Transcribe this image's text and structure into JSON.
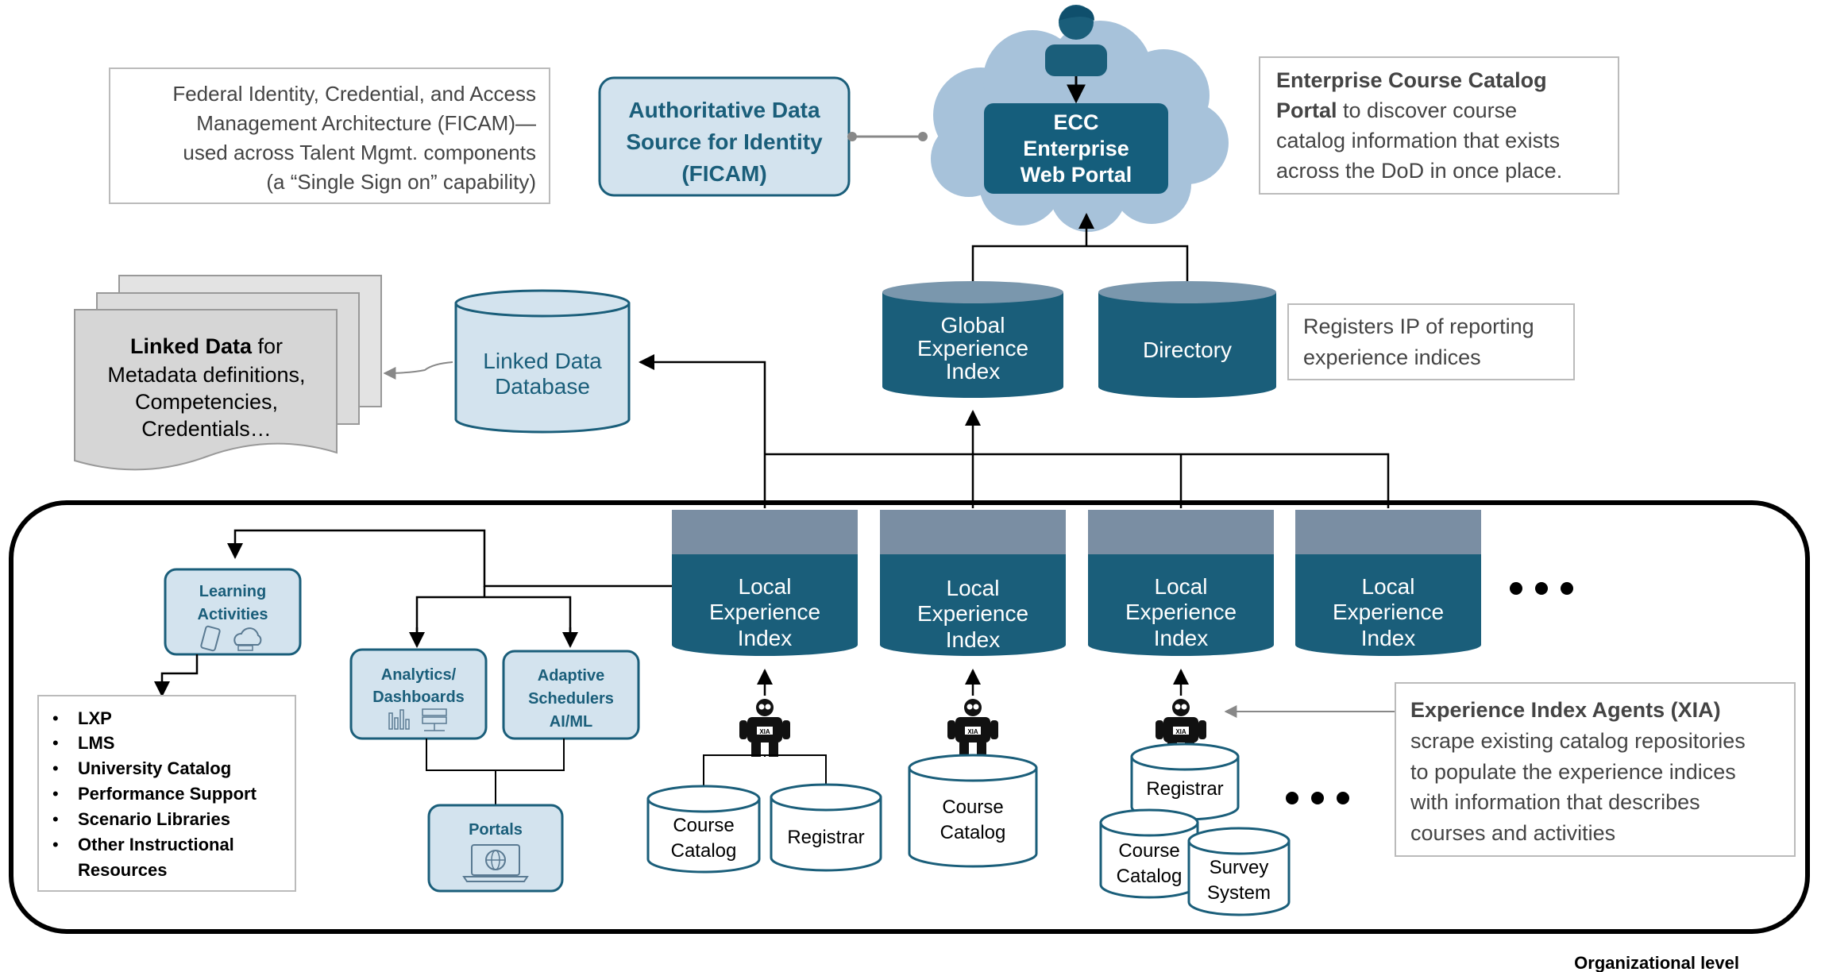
{
  "portal": {
    "line1": "ECC",
    "line2": "Enterprise",
    "line3": "Web Portal"
  },
  "ficam_note": {
    "line1": "Federal Identity, Credential, and Access",
    "line2": "Management Architecture (FICAM)—",
    "line3": "used across Talent Mgmt. components",
    "line4": "(a “Single Sign on” capability)"
  },
  "ficam_box": {
    "line1": "Authoritative Data",
    "line2": "Source for Identity",
    "line3": "(FICAM)"
  },
  "ecc_note": {
    "bold1": "Enterprise Course Catalog",
    "bold2": "Portal",
    "rest2": " to discover course",
    "line3": "catalog information that exists",
    "line4": "across the DoD in once place."
  },
  "global_index": {
    "line1": "Global",
    "line2": "Experience",
    "line3": "Index"
  },
  "directory": {
    "label": "Directory"
  },
  "directory_note": {
    "line1": "Registers IP of reporting",
    "line2": "experience indices"
  },
  "linked_db": {
    "line1": "Linked Data",
    "line2": "Database"
  },
  "linked_doc": {
    "bold1": "Linked Data",
    "rest1": " for",
    "line2": "Metadata definitions,",
    "line3": "Competencies,",
    "line4": "Credentials…"
  },
  "local_index": {
    "line1": "Local",
    "line2": "Experience",
    "line3": "Index"
  },
  "learning": {
    "line1": "Learning",
    "line2": "Activities"
  },
  "resources": [
    "LXP",
    "LMS",
    "University Catalog",
    "Performance Support",
    "Scenario Libraries",
    "Other Instructional",
    "Resources"
  ],
  "analytics": {
    "line1": "Analytics/",
    "line2": "Dashboards"
  },
  "adaptive": {
    "line1": "Adaptive",
    "line2": "Schedulers",
    "line3": "AI/ML"
  },
  "portals": {
    "label": "Portals"
  },
  "sources": {
    "course": "Course",
    "catalog": "Catalog",
    "registrar": "Registrar",
    "survey": "Survey",
    "system": "System"
  },
  "xia_badge": "XIA",
  "xia_note": {
    "title": "Experience Index Agents (XIA)",
    "line2": "scrape existing catalog repositories",
    "line3": "to populate the experience indices",
    "line4": "with information that describes",
    "line5": "courses and activities"
  },
  "org_level": "Organizational level",
  "colors": {
    "dark_teal": "#1a5e7a",
    "header_gray": "#7a8ea3",
    "light_blue": "#d3e3ee",
    "cloud": "#a7c2da",
    "navy": "#0f4f6c",
    "doc_gray": "#d6d6d6"
  }
}
